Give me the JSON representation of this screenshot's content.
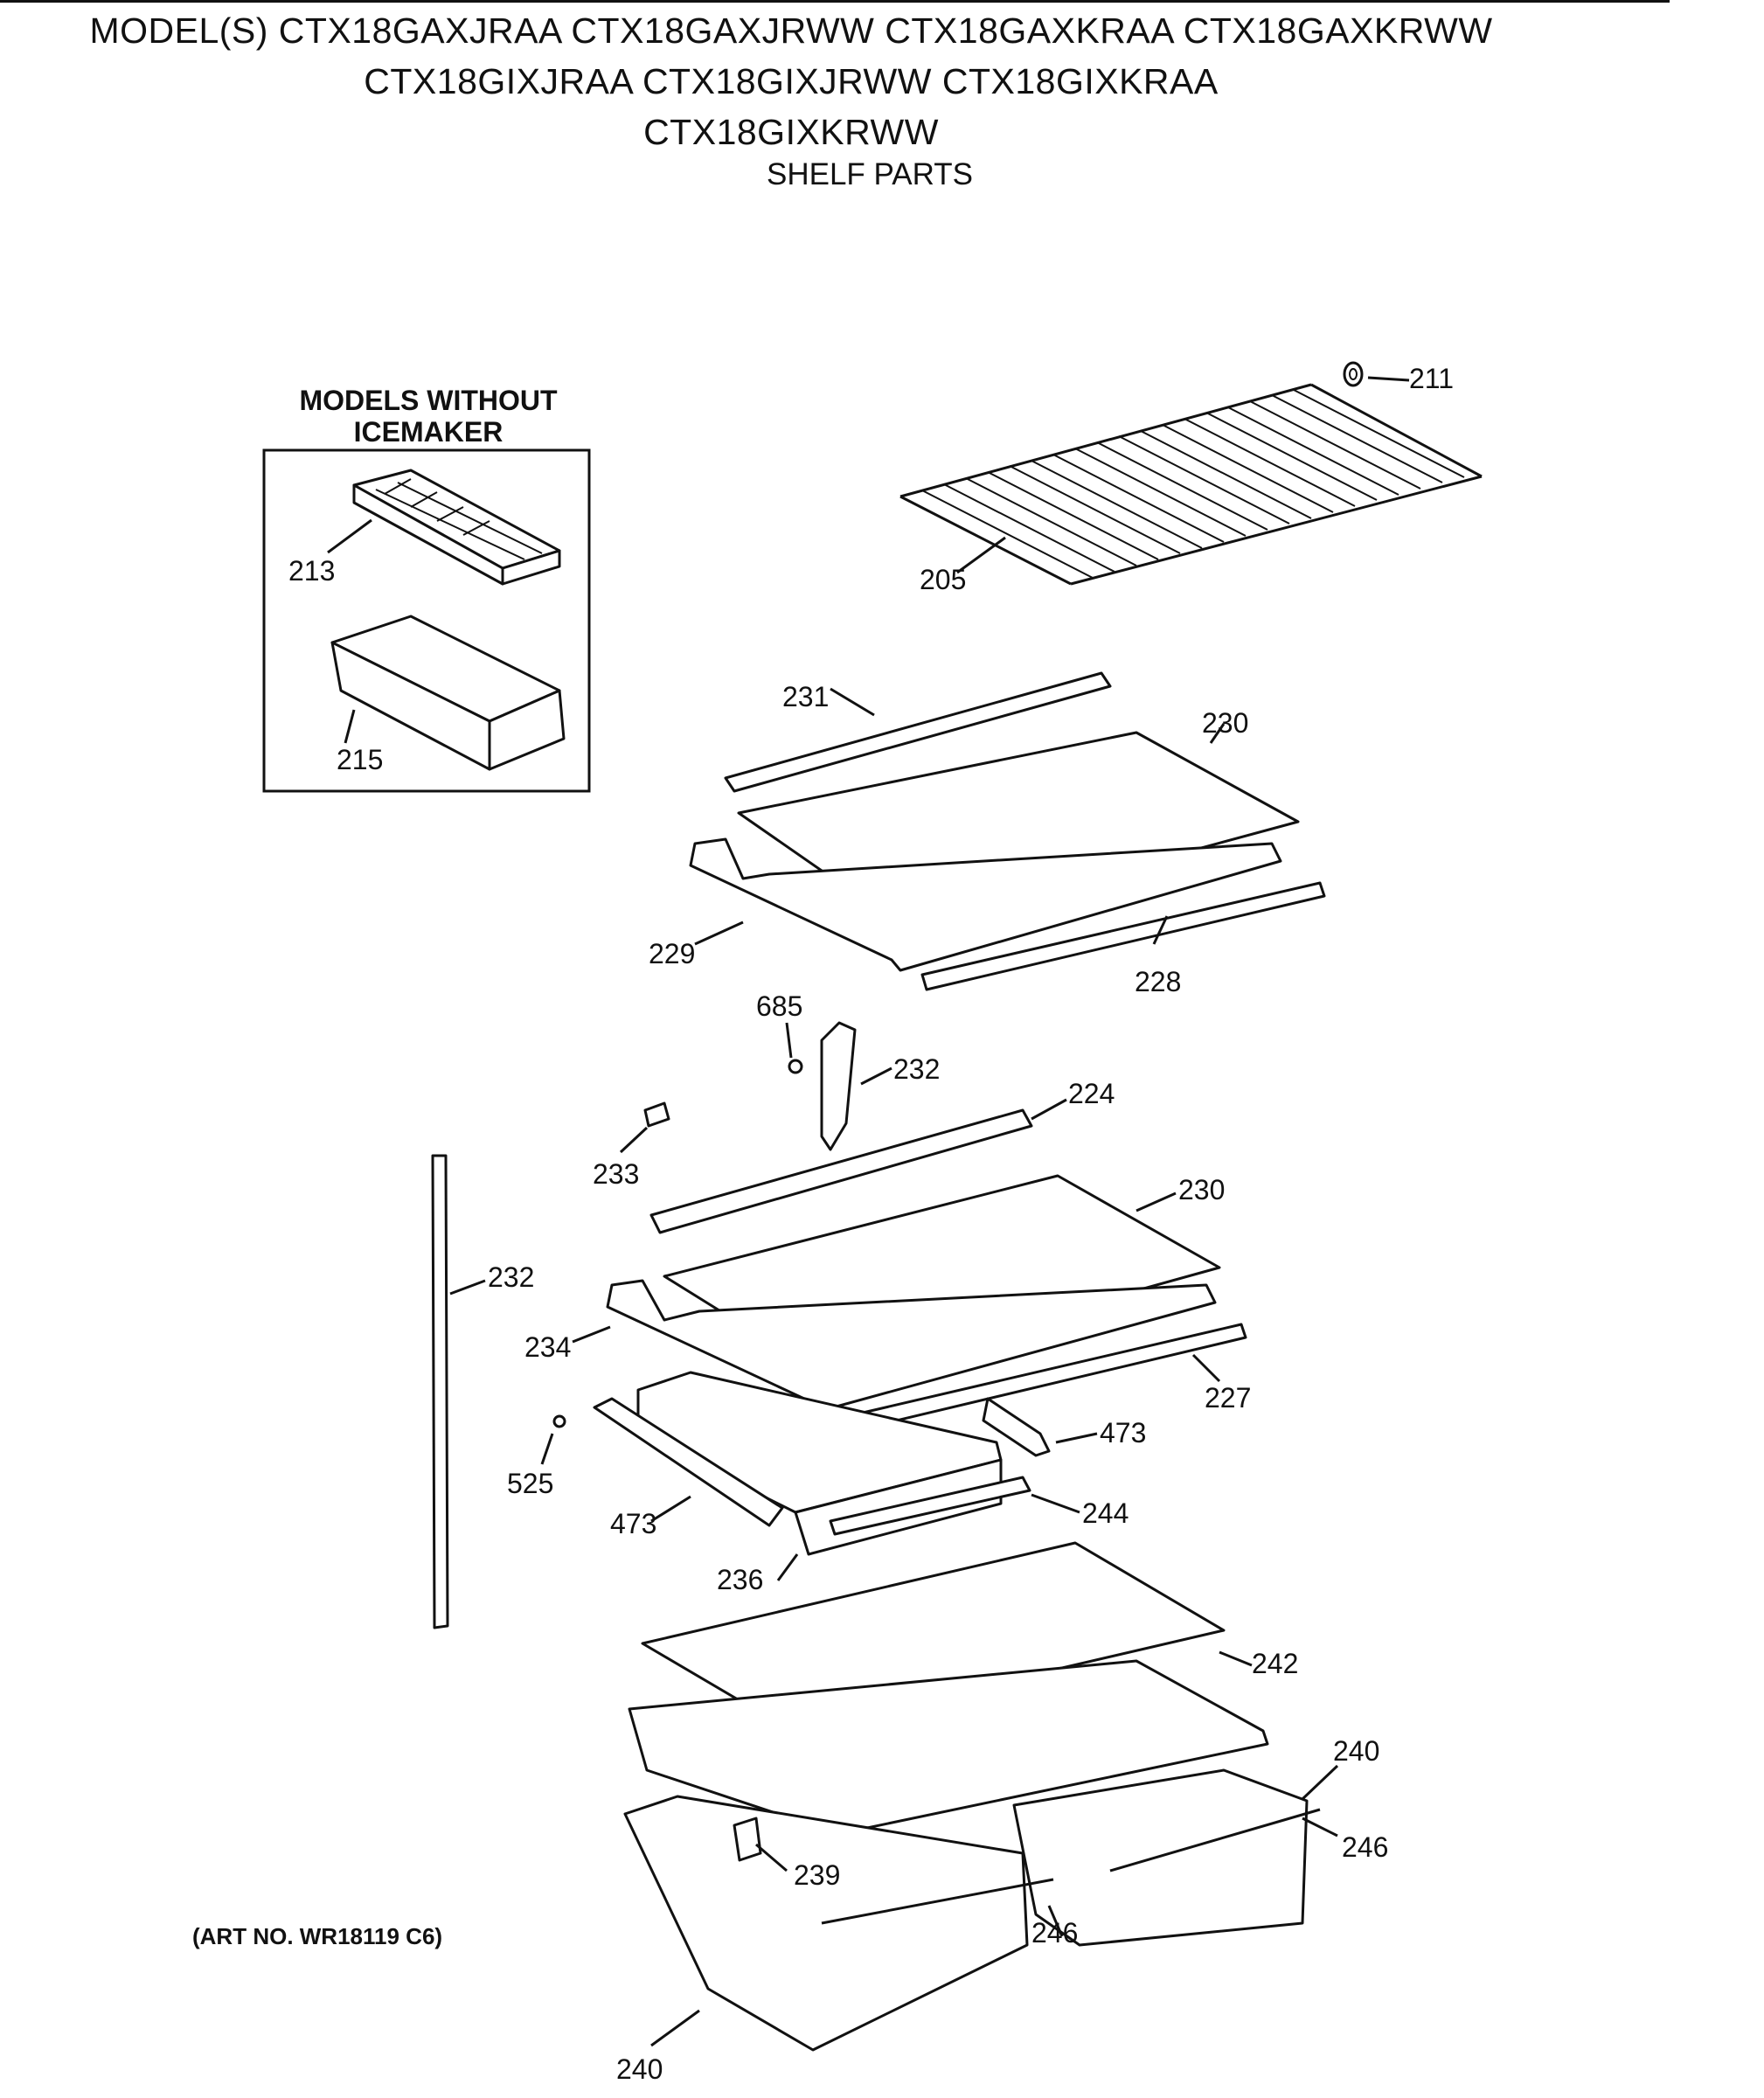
{
  "header": {
    "title_line_1": "MODEL(S) CTX18GAXJRAA  CTX18GAXJRWW  CTX18GAXKRAA  CTX18GAXKRWW",
    "title_line_2": "CTX18GIXJRAA  CTX18GIXJRWW  CTX18GIXKRAA",
    "title_line_3": "CTX18GIXKRWW",
    "subtitle": "SHELF PARTS"
  },
  "inset": {
    "label_line_1": "MODELS WITHOUT",
    "label_line_2": "ICEMAKER"
  },
  "art_number": "(ART NO. WR18119 C6)",
  "callouts": {
    "c211": "211",
    "c205": "205",
    "c213": "213",
    "c215": "215",
    "c231": "231",
    "c230a": "230",
    "c229": "229",
    "c228": "228",
    "c685": "685",
    "c232a": "232",
    "c224": "224",
    "c233": "233",
    "c230b": "230",
    "c232b": "232",
    "c234": "234",
    "c227": "227",
    "c473a": "473",
    "c525": "525",
    "c473b": "473",
    "c244": "244",
    "c236": "236",
    "c242": "242",
    "c240a": "240",
    "c246a": "246",
    "c239": "239",
    "c246b": "246",
    "c240b": "240"
  }
}
